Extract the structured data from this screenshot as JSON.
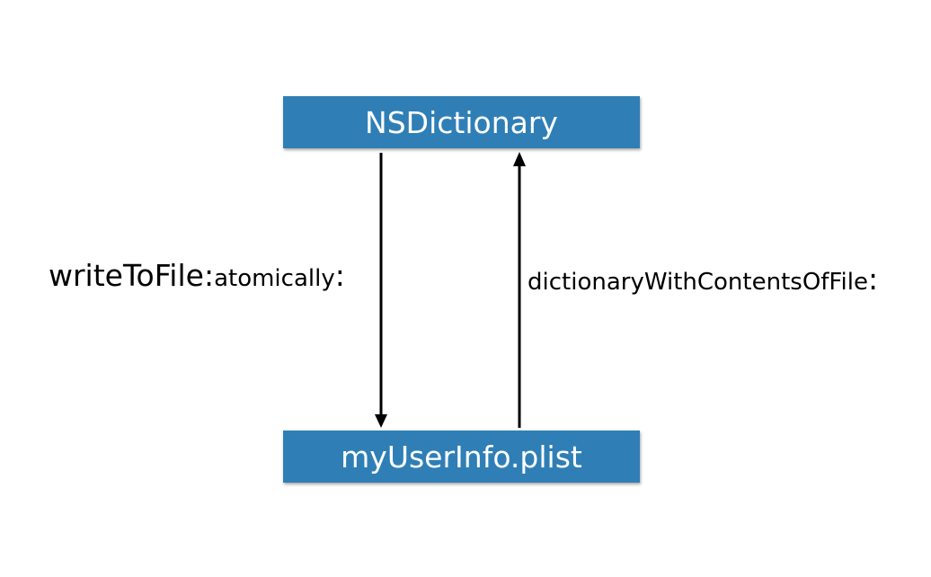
{
  "colors": {
    "node_fill": "#2f7fb6",
    "node_text": "#ffffff",
    "arrow": "#000000"
  },
  "nodes": {
    "top": {
      "label": "NSDictionary"
    },
    "bottom": {
      "label": "myUserInfo.plist"
    }
  },
  "edges": {
    "write": {
      "method": "writeToFile",
      "colon1": ":",
      "arg": "atomically",
      "colon2": ":"
    },
    "read": {
      "method": "dictionaryWithContentsOfFile",
      "colon": ":"
    }
  }
}
